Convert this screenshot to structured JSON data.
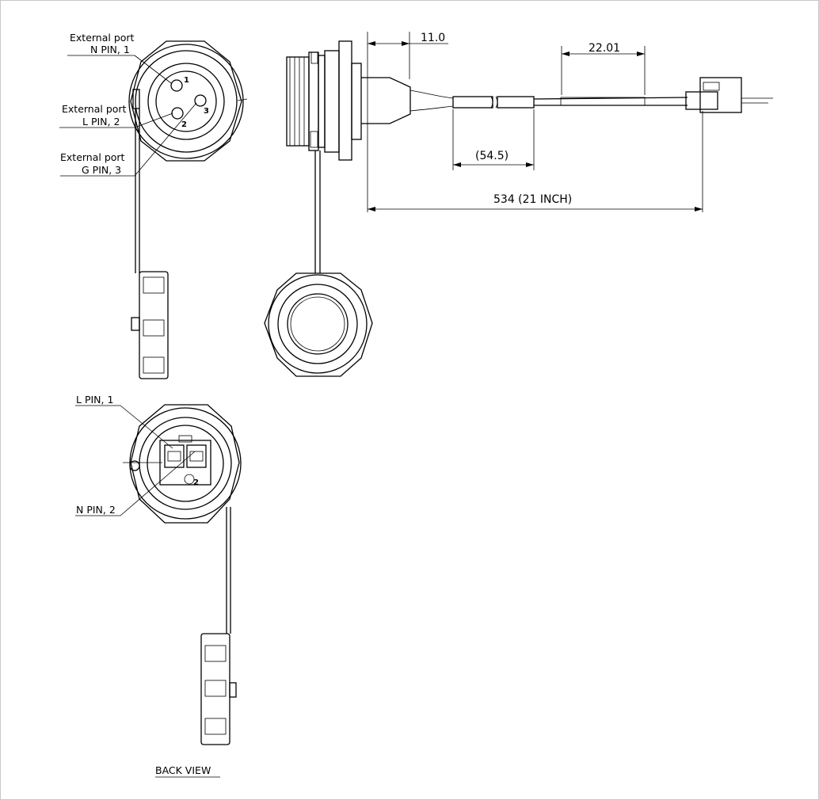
{
  "front_view": {
    "callouts": [
      {
        "line1": "External port",
        "line2": "N PIN, 1"
      },
      {
        "line1": "External port",
        "line2": "L PIN, 2"
      },
      {
        "line1": "External port",
        "line2": "G PIN, 3"
      }
    ],
    "pin_numbers": [
      "1",
      "2",
      "3"
    ]
  },
  "side_view": {
    "dimensions": {
      "d1": "11.0",
      "d2": "22.01",
      "d3": "(54.5)",
      "d4": "534 (21 INCH)"
    }
  },
  "back_view": {
    "callouts": [
      "L PIN, 1",
      "N PIN, 2"
    ],
    "pin_number": "2",
    "caption": "BACK VIEW"
  }
}
